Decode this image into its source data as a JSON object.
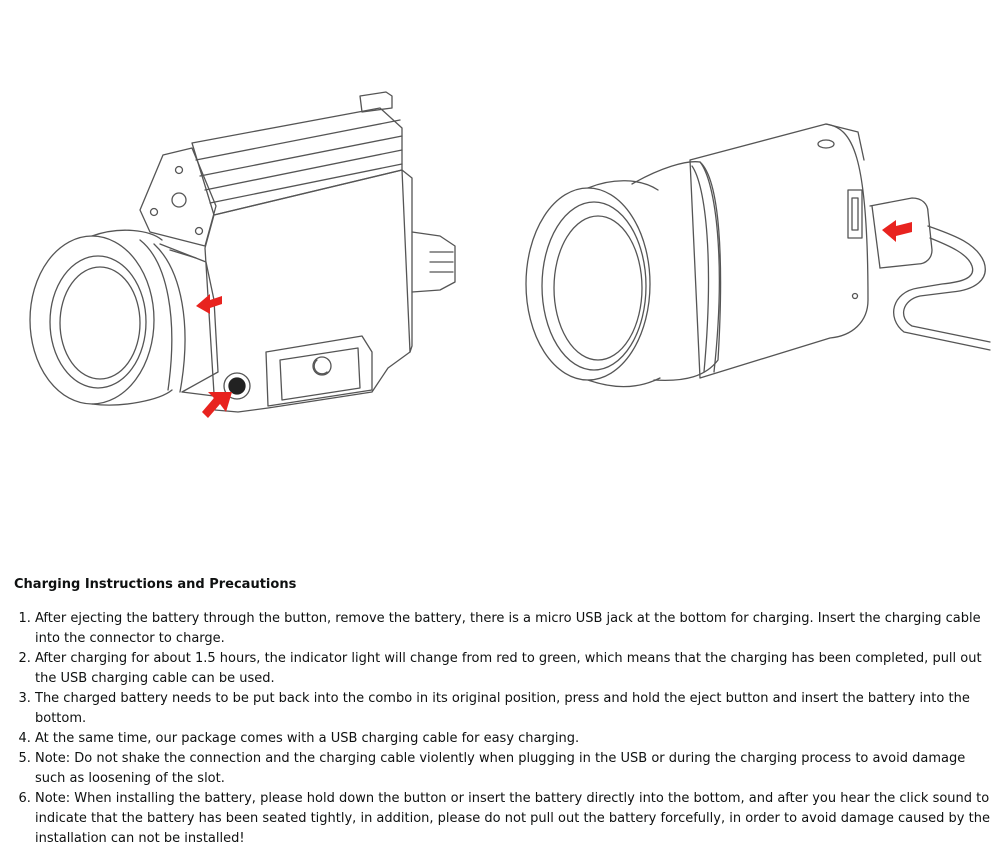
{
  "figure": {
    "left_device": "tactical flashlight with red arrows at battery eject button and battery release",
    "right_device": "battery pack with micro USB charging cable plugged in, red arrow toward port",
    "arrow_color": "#e8231f",
    "line_color": "#555555"
  },
  "section": {
    "title": "Charging Instructions and Precautions"
  },
  "steps": [
    "After ejecting the battery through the button, remove the battery, there is a micro USB jack at the bottom for charging. Insert the charging cable into the connector to charge.",
    "After charging for about 1.5 hours, the indicator light will change from red to green, which means that the charging has been completed, pull out the USB charging cable can be used.",
    "The charged battery needs to be put back into the combo in its original position, press and hold the eject button and insert the battery into the bottom.",
    "At the same time, our package comes with a USB charging cable for easy charging.",
    "Note: Do not shake the connection and the charging cable violently when plugging in the USB or during the charging process to avoid damage such as loosening of the slot.",
    "Note: When installing the battery, please hold down the button or insert the battery directly into the bottom, and after you hear the click sound to indicate that the battery has been seated tightly, in addition, please do not pull out the battery forcefully, in order to avoid damage caused by the installation can not be installed!"
  ]
}
